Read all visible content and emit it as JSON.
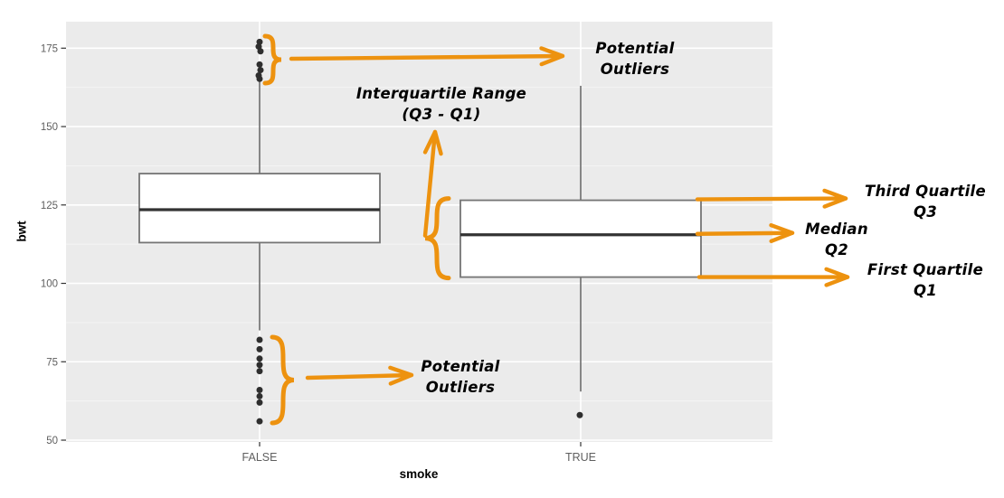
{
  "figure": {
    "kind": "annotated-boxplot"
  },
  "chart_data": {
    "type": "boxplot",
    "title": "",
    "xlabel": "smoke",
    "ylabel": "bwt",
    "categories": [
      "FALSE",
      "TRUE"
    ],
    "y_ticks": [
      50,
      75,
      100,
      125,
      150,
      175
    ],
    "ylim": [
      49,
      183
    ],
    "grid": "on",
    "legend": "none",
    "series": [
      {
        "category": "FALSE",
        "q1": 113,
        "median": 123.5,
        "q3": 135,
        "whisker_low": 85,
        "whisker_high": 165.5,
        "outliers_high": [
          177,
          175.5,
          174,
          169.8,
          168,
          166.3,
          165.2
        ],
        "outliers_low": [
          82,
          79,
          76,
          74,
          72,
          66,
          64,
          62,
          56
        ]
      },
      {
        "category": "TRUE",
        "q1": 102,
        "median": 115.5,
        "q3": 126.5,
        "whisker_low": 65.5,
        "whisker_high": 163,
        "outliers_high": [],
        "outliers_low": [
          58
        ]
      }
    ]
  },
  "annotations": {
    "outliers_top": {
      "lines": [
        "Potential",
        "Outliers"
      ]
    },
    "iqr": {
      "lines": [
        "Interquartile Range",
        "(Q3 - Q1)"
      ]
    },
    "q3": {
      "lines": [
        "Third Quartile",
        "Q3"
      ]
    },
    "median": {
      "lines": [
        "Median",
        "Q2"
      ]
    },
    "q1": {
      "lines": [
        "First Quartile",
        "Q1"
      ]
    },
    "outliers_bottom": {
      "lines": [
        "Potential",
        "Outliers"
      ]
    }
  },
  "colors": {
    "annotation": "#ED920F",
    "panel_bg": "#EBEBEB",
    "grid_major": "#FFFFFF",
    "grid_minor": "#F6F6F6",
    "box_fill": "#FFFFFF",
    "box_border": "#757575",
    "median_line": "#333333",
    "whisker": "#4A4A4A",
    "outlier_dot": "#2E2E2E",
    "tick_mark": "#333333",
    "tick_label": "#5F5F5F",
    "axis_title": "#000000"
  }
}
